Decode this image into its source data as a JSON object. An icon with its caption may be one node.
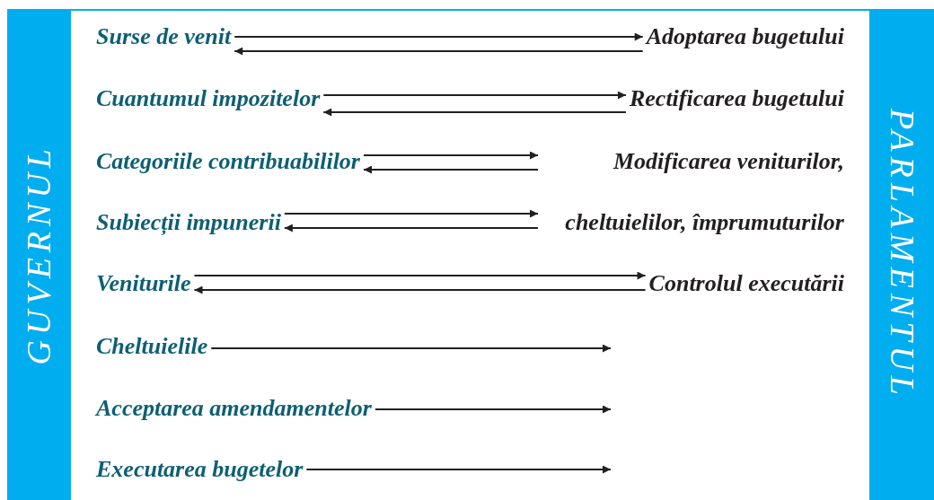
{
  "diagram": {
    "nodes": [
      {
        "text": [
          "GUVERNUL"
        ]
      },
      {
        "text": [
          "PARLAMENTUL"
        ]
      },
      {
        "text": [
          "Surse de venit"
        ]
      },
      {
        "text": [
          "Cuantumul impozitelor"
        ]
      },
      {
        "text": [
          "Categoriile contribuabililor"
        ]
      },
      {
        "text": [
          "Subiecții impunerii"
        ]
      },
      {
        "text": [
          "Veniturile"
        ]
      },
      {
        "text": [
          "Cheltuielile"
        ]
      },
      {
        "text": [
          "Acceptarea amendamentelor"
        ]
      },
      {
        "text": [
          "Executarea bugetelor"
        ]
      },
      {
        "text": [
          "Adoptarea bugetului"
        ]
      },
      {
        "text": [
          "Rectificarea bugetului"
        ]
      },
      {
        "text": [
          "Modificarea veniturilor, cheltuielilor, împrumuturilor"
        ]
      },
      {
        "text": [
          "Controlul executării"
        ]
      }
    ],
    "edges": [
      {
        "from": 2,
        "to": 10,
        "arrow": "to"
      },
      {
        "from": 10,
        "to": 2,
        "arrow": "to"
      },
      {
        "from": 3,
        "to": 11,
        "arrow": "to"
      },
      {
        "from": 11,
        "to": 3,
        "arrow": "to"
      },
      {
        "from": 4,
        "to": 12,
        "arrow": "to"
      },
      {
        "from": 12,
        "to": 4,
        "arrow": "to"
      },
      {
        "from": 5,
        "to": 12,
        "arrow": "to"
      },
      {
        "from": 12,
        "to": 5,
        "arrow": "to"
      },
      {
        "from": 6,
        "to": 13,
        "arrow": "to"
      },
      {
        "from": 13,
        "to": 6,
        "arrow": "to"
      },
      {
        "from": 7,
        "to": null,
        "arrow": "to"
      },
      {
        "from": 8,
        "to": null,
        "arrow": "to"
      },
      {
        "from": 9,
        "to": null,
        "arrow": "to"
      }
    ]
  }
}
